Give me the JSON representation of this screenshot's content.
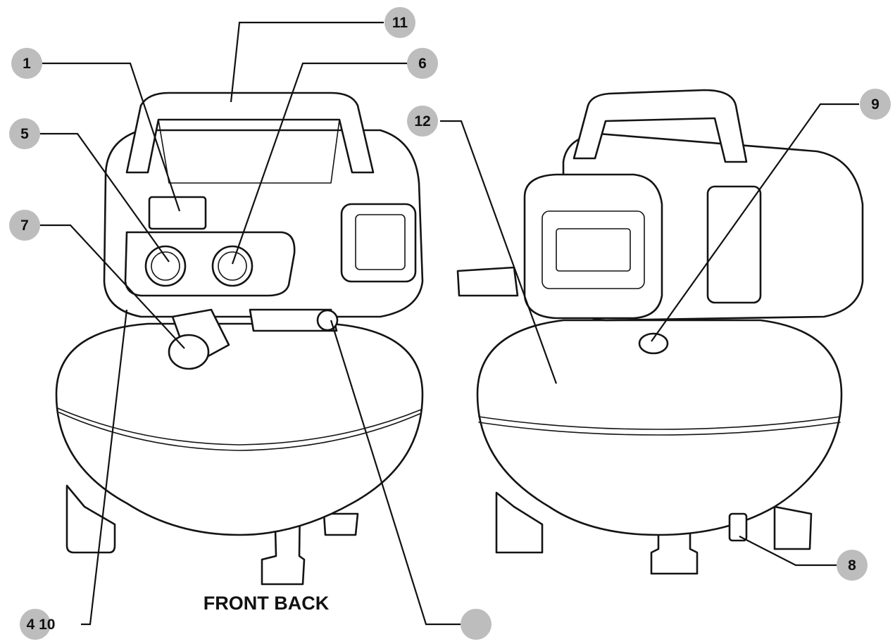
{
  "caption": "FRONT BACK",
  "callouts": {
    "c1": "1",
    "c5": "5",
    "c7": "7",
    "c11": "11",
    "c6": "6",
    "c12": "12",
    "c9": "9",
    "c8": "8",
    "c4_10": "4 10"
  },
  "colors": {
    "bubble": "#bdbdbd",
    "ink": "#141414",
    "background": "#ffffff"
  }
}
